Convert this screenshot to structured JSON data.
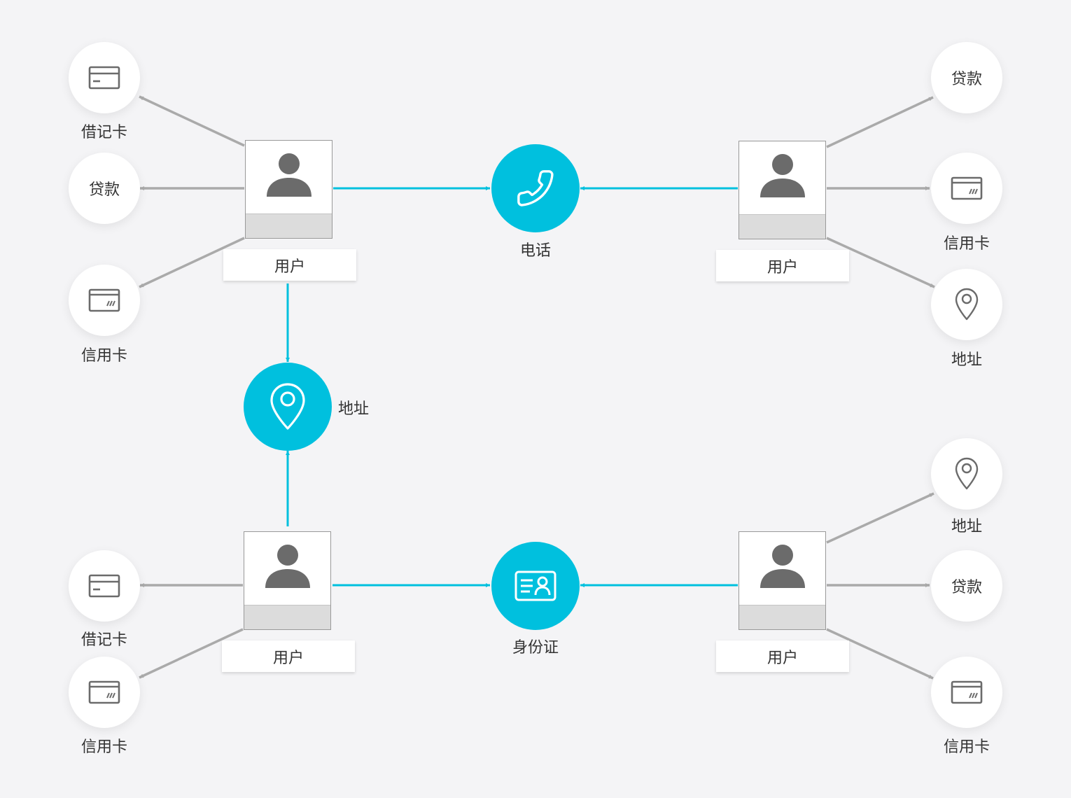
{
  "colors": {
    "accent": "#00c0de",
    "link": "#aaaaaa",
    "icon": "#6b6b6b"
  },
  "hubs": {
    "phone": {
      "label": "电话",
      "icon": "phone-icon"
    },
    "address": {
      "label": "地址",
      "icon": "location-pin-icon"
    },
    "id_card": {
      "label": "身份证",
      "icon": "id-card-icon"
    }
  },
  "users": {
    "top_left": {
      "label": "用户"
    },
    "top_right": {
      "label": "用户"
    },
    "bottom_left": {
      "label": "用户"
    },
    "bottom_right": {
      "label": "用户"
    }
  },
  "satellites": {
    "top_left": [
      {
        "label": "借记卡",
        "icon": "debit-card-icon"
      },
      {
        "label": "贷款",
        "icon": "none"
      },
      {
        "label": "信用卡",
        "icon": "credit-card-icon"
      }
    ],
    "top_right": [
      {
        "label": "贷款",
        "icon": "none"
      },
      {
        "label": "信用卡",
        "icon": "credit-card-icon"
      },
      {
        "label": "地址",
        "icon": "location-pin-icon"
      }
    ],
    "bottom_left": [
      {
        "label": "借记卡",
        "icon": "debit-card-icon"
      },
      {
        "label": "信用卡",
        "icon": "credit-card-icon"
      }
    ],
    "bottom_right": [
      {
        "label": "地址",
        "icon": "location-pin-icon"
      },
      {
        "label": "贷款",
        "icon": "none"
      },
      {
        "label": "信用卡",
        "icon": "credit-card-icon"
      }
    ]
  }
}
